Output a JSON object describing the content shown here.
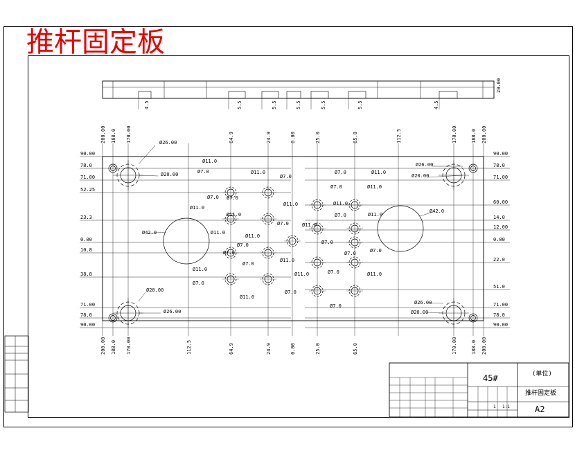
{
  "header": {
    "title": "推杆固定板",
    "color": "#e60000"
  },
  "colors": {
    "line": "#000000",
    "background": "#ffffff"
  },
  "side_view": {
    "depth_labels": [
      "4.5",
      "5.5",
      "5.5",
      "5.5",
      "5.5",
      "5.5",
      "4.5"
    ]
  },
  "dims": {
    "top": [
      "200.00",
      "188.0",
      "170.00",
      "64.9",
      "24.9",
      "0.00",
      "25.0",
      "65.0",
      "112.5",
      "170.00",
      "188.0",
      "200.00"
    ],
    "bottom": [
      "200.00",
      "188.0",
      "170.00",
      "112.5",
      "64.9",
      "24.9",
      "0.00",
      "25.0",
      "65.0",
      "170.00",
      "188.0",
      "200.00"
    ],
    "left": [
      "90.00",
      "78.0",
      "71.00",
      "52.25",
      "23.3",
      "0.00",
      "10.8",
      "38.8",
      "71.00",
      "78.0",
      "90.00"
    ],
    "right": [
      "90.00",
      "78.0",
      "71.00",
      "60.00",
      "14.0",
      "12.00",
      "0.00",
      "22.0",
      "51.0",
      "71.00",
      "78.0",
      "90.00"
    ]
  },
  "callouts": [
    "Ø26.00",
    "Ø20.00",
    "Ø26.00",
    "Ø20.00",
    "Ø20.00",
    "Ø26.00",
    "Ø26.00",
    "Ø20.00",
    "Ø42.0",
    "Ø42.0",
    "Ø11.0",
    "Ø7.0",
    "Ø11.0",
    "Ø7.0",
    "Ø7.0",
    "Ø11.0",
    "Ø7.0",
    "Ø11.0",
    "Ø11.0",
    "Ø7.0",
    "Ø11.0",
    "Ø7.0",
    "Ø11.0",
    "Ø7.0",
    "Ø7.0",
    "Ø11.0",
    "Ø7.0",
    "Ø7.0",
    "Ø11.0",
    "Ø11.0",
    "Ø11.0",
    "Ø7.0",
    "Ø11.0",
    "Ø7.0",
    "Ø11.0",
    "Ø7.0",
    "Ø7.0",
    "Ø11.0",
    "Ø11.0",
    "Ø7.0",
    "Ø11.0",
    "Ø7.0",
    "Ø7.0",
    "Ø11.0",
    "Ø7.0"
  ],
  "title_block": {
    "material": "45#",
    "unit": "(单位)",
    "part_name": "推杆固定板",
    "sheet_size": "A2",
    "scale": "1:1",
    "count": "1"
  }
}
